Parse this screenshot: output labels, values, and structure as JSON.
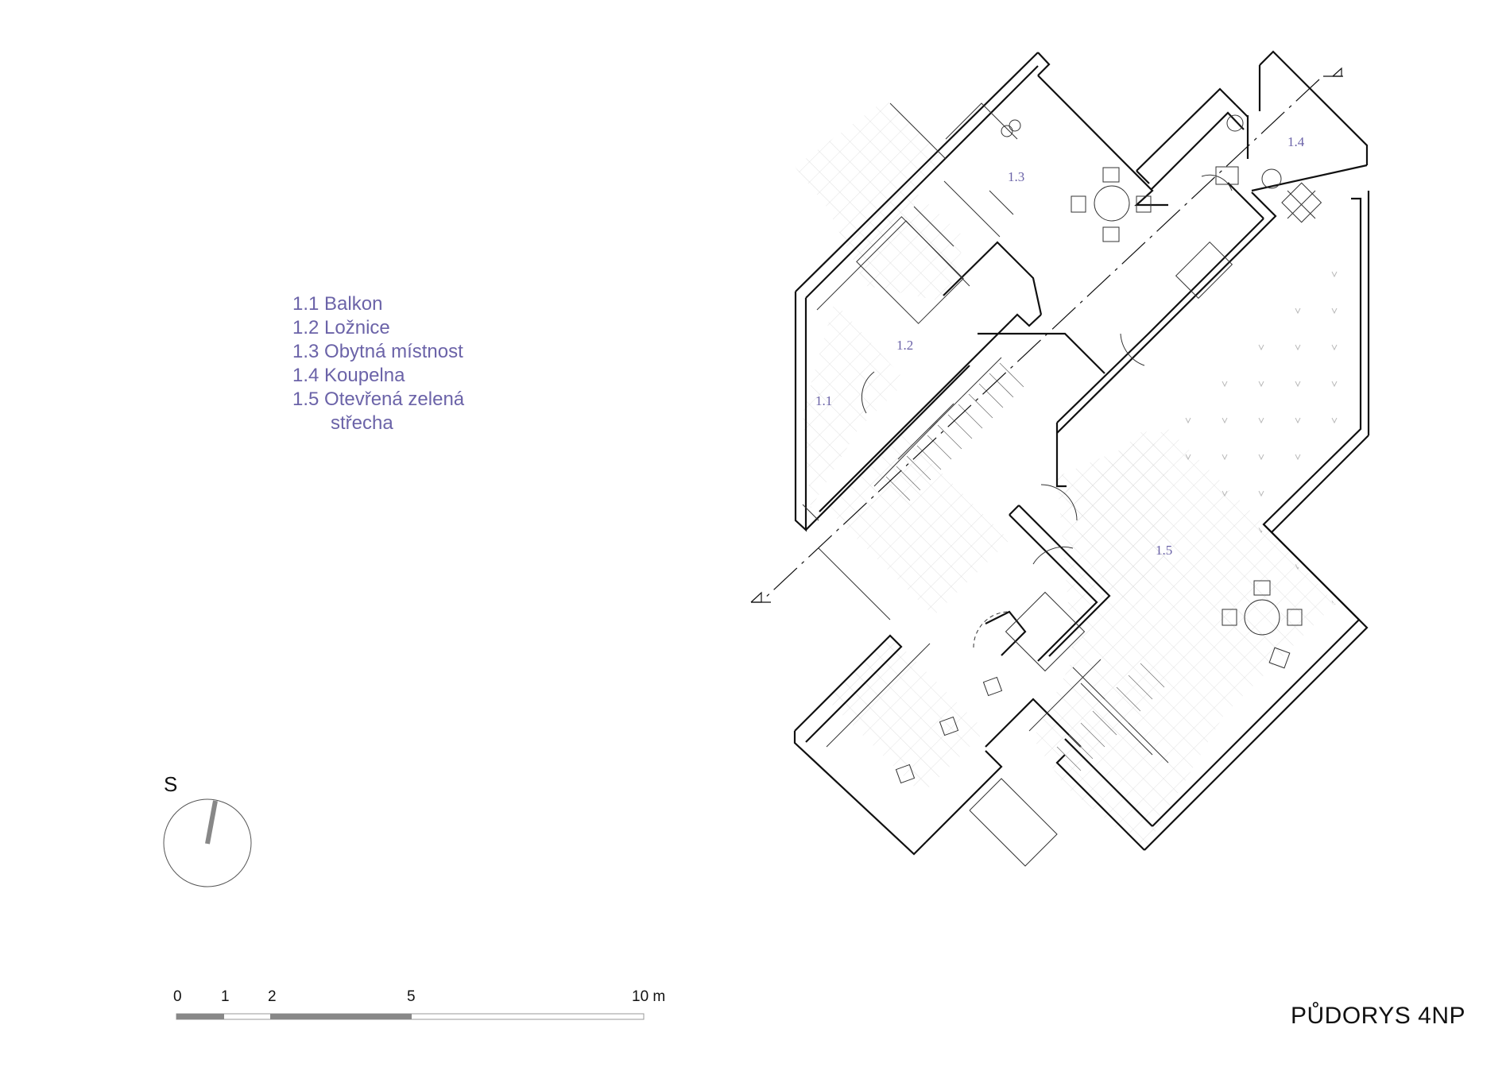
{
  "legend": {
    "items": [
      "1.1 Balkon",
      "1.2 Ložnice",
      "1.3 Obytná místnost",
      "1.4 Koupelna",
      "1.5 Otevřená zelená"
    ],
    "continuation": "střecha"
  },
  "room_labels": {
    "r11": "1.1",
    "r12": "1.2",
    "r13": "1.3",
    "r14": "1.4",
    "r15": "1.5"
  },
  "north": {
    "label": "S"
  },
  "scale": {
    "ticks": [
      "0",
      "1",
      "2",
      "5",
      "10 m"
    ]
  },
  "title": "PŮDORYS 4NP",
  "colors": {
    "legend": "#6b63a8",
    "lines": "#111111",
    "grid": "#d4d4d4",
    "scale_fill": "#888888"
  }
}
